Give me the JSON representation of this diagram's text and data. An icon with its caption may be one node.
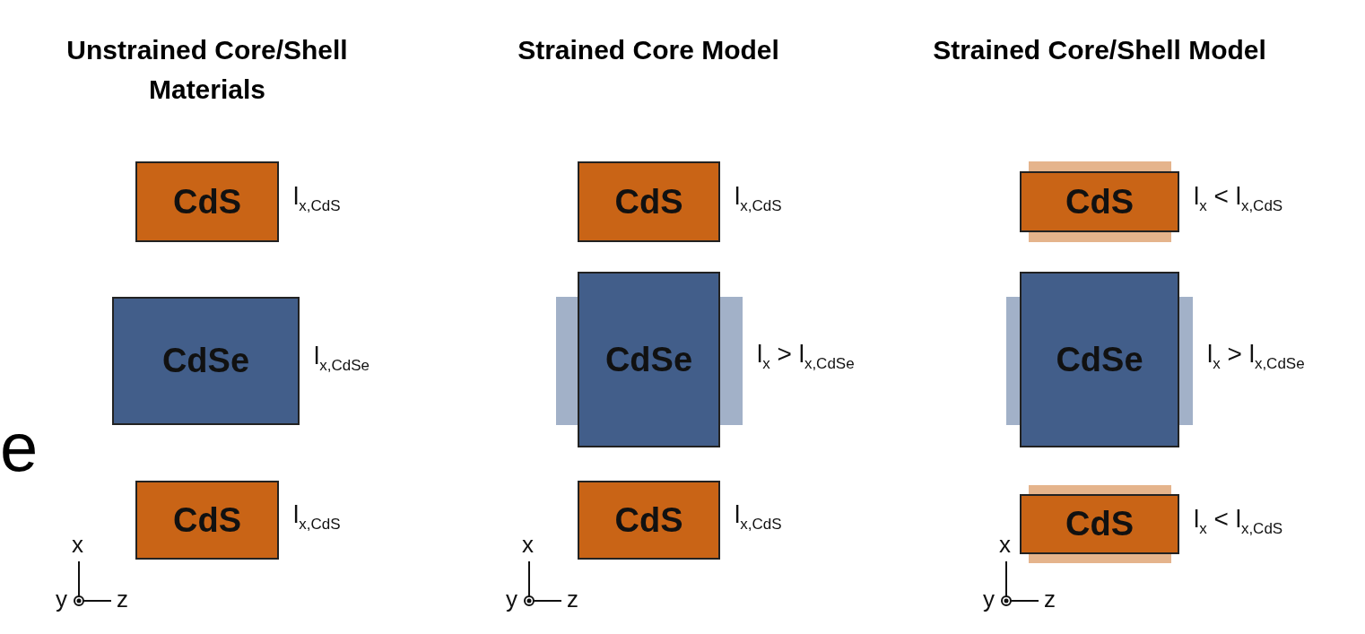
{
  "diagram": {
    "nodes": [
      {
        "text": [
          "CdS"
        ],
        "beside": [
          "l$_{x,CdS}$"
        ]
      },
      {
        "text": [
          "CdSe"
        ],
        "beside": [
          "l$_{x,CdSe}$"
        ]
      },
      {
        "text": [
          "CdS"
        ],
        "beside": [
          "l$_{x,CdS}$"
        ]
      },
      {
        "text": [
          "CdS"
        ],
        "beside": [
          "l$_{x,CdS}$"
        ]
      },
      {
        "text": [
          "CdSe"
        ],
        "beside": [
          "l$_{x}$ > l$_{x,CdSe}$"
        ]
      },
      {
        "text": [
          "CdS"
        ],
        "beside": [
          "l$_{x,CdS}$"
        ]
      },
      {
        "text": [
          "CdS"
        ],
        "beside": [
          "l$_{x}$ < l$_{x,CdS}$"
        ]
      },
      {
        "text": [
          "CdSe"
        ],
        "beside": [
          "l$_{x}$ > l$_{x,CdSe}$"
        ]
      },
      {
        "text": [
          "CdS"
        ],
        "beside": [
          "l$_{x}$ < l$_{x,CdS}$"
        ]
      }
    ],
    "labels": [
      "Unstrained Core/Shell Materials",
      "Strained Core Model",
      "Strained Core/Shell Model",
      "e",
      "x",
      "y",
      "z",
      "x",
      "y",
      "z",
      "x",
      "y",
      "z"
    ]
  }
}
